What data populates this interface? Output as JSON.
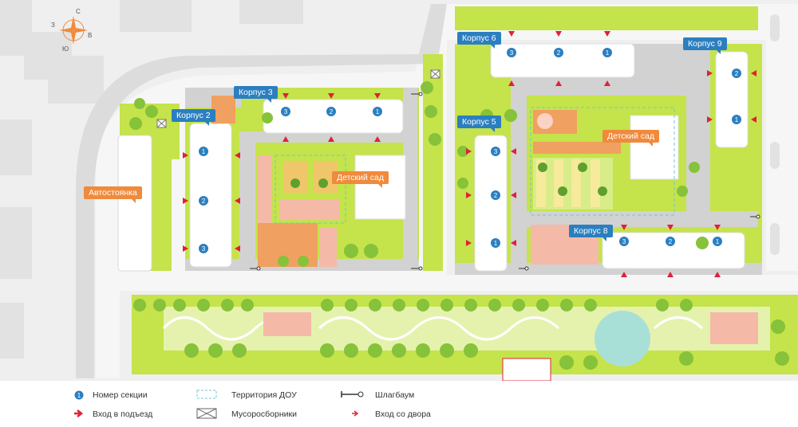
{
  "compass": {
    "n": "С",
    "s": "Ю",
    "w": "З",
    "e": "В"
  },
  "buildings": [
    {
      "label": "Корпус 2"
    },
    {
      "label": "Корпус 3"
    },
    {
      "label": "Корпус 5"
    },
    {
      "label": "Корпус 6"
    },
    {
      "label": "Корпус 8"
    },
    {
      "label": "Корпус 9"
    }
  ],
  "facilities": {
    "parking": "Автостоянка",
    "kindergarten_1": "Детский сад",
    "kindergarten_2": "Детский сад"
  },
  "section_numbers": {
    "k2": [
      "1",
      "2",
      "3"
    ],
    "k3": [
      "3",
      "2",
      "1"
    ],
    "k5": [
      "3",
      "2",
      "1"
    ],
    "k6": [
      "3",
      "2",
      "1"
    ],
    "k8": [
      "3",
      "2",
      "1"
    ],
    "k9": [
      "2",
      "1"
    ]
  },
  "legend": {
    "section_number": "Номер секции",
    "entrance": "Вход в подъезд",
    "dou_territory": "Территория ДОУ",
    "garbage": "Мусоросборники",
    "barrier": "Шлагбаум",
    "yard_entrance": "Вход со двора"
  },
  "colors": {
    "green": "#c5e34a",
    "road": "#e8e8e8",
    "path": "#d2d2d2",
    "building": "#ffffff",
    "tag_blue": "#2b7fc0",
    "tag_orange": "#f08a3c",
    "arrow_red": "#e0203a",
    "tree": "#86c23a",
    "sport_pink": "#f5b9a8",
    "pond": "#a8e0d8"
  }
}
